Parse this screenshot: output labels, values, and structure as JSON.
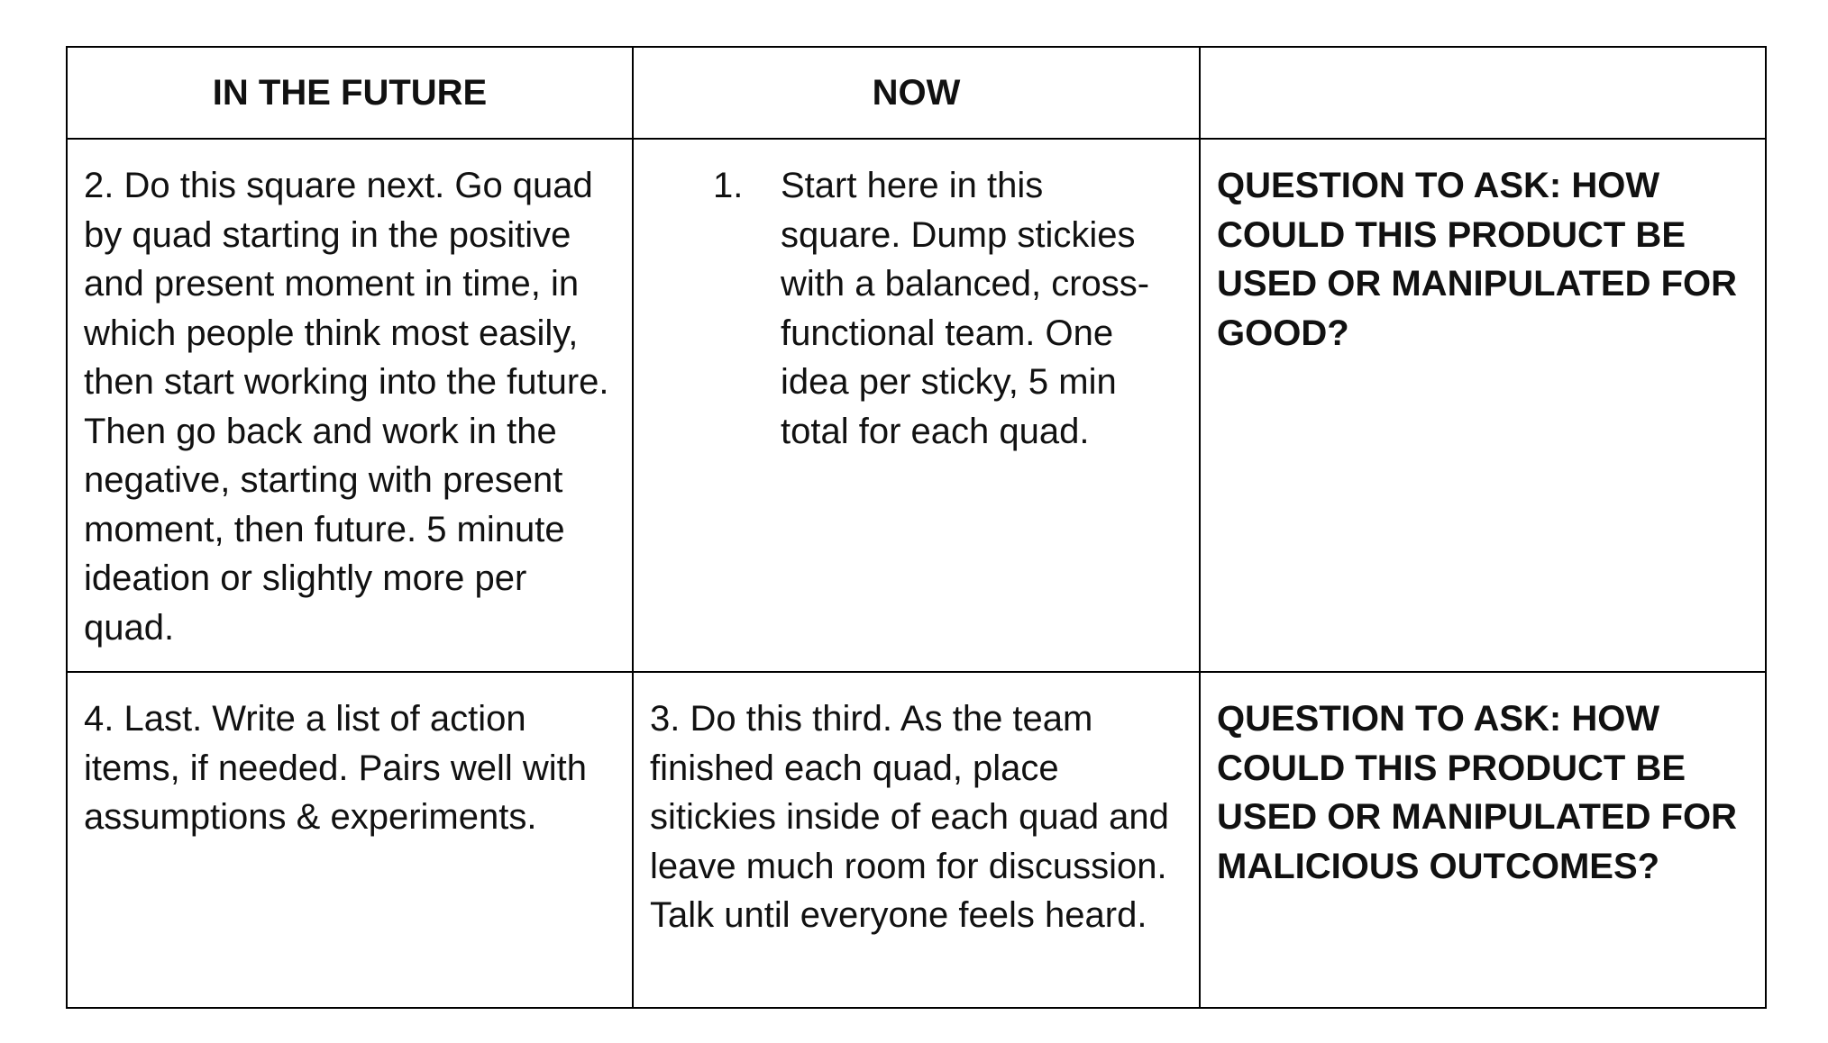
{
  "header": {
    "col1": "IN THE FUTURE",
    "col2": "NOW",
    "col3": ""
  },
  "row1": {
    "future": "2. Do this square next. Go quad by quad starting in the positive and present moment in time, in which people think most easily, then start working into the future. Then go back and work in the negative, starting with present moment, then future. 5 minute ideation or slightly more per quad.",
    "now_number": "1.",
    "now": "Start here in this square. Dump stickies with a balanced, cross-functional team. One idea per sticky, 5 min total for each quad.",
    "question": "QUESTION TO ASK: HOW COULD THIS PRODUCT BE USED OR MANIPULATED FOR GOOD?"
  },
  "row2": {
    "future": "4. Last. Write a list of action items, if needed. Pairs well with assumptions & experiments.",
    "now": "3. Do this third. As the team finished each quad, place sitickies inside of each quad and leave much room for discussion. Talk until everyone feels heard.",
    "question": "QUESTION TO ASK: HOW COULD THIS PRODUCT BE USED OR MANIPULATED FOR MALICIOUS OUTCOMES?"
  }
}
